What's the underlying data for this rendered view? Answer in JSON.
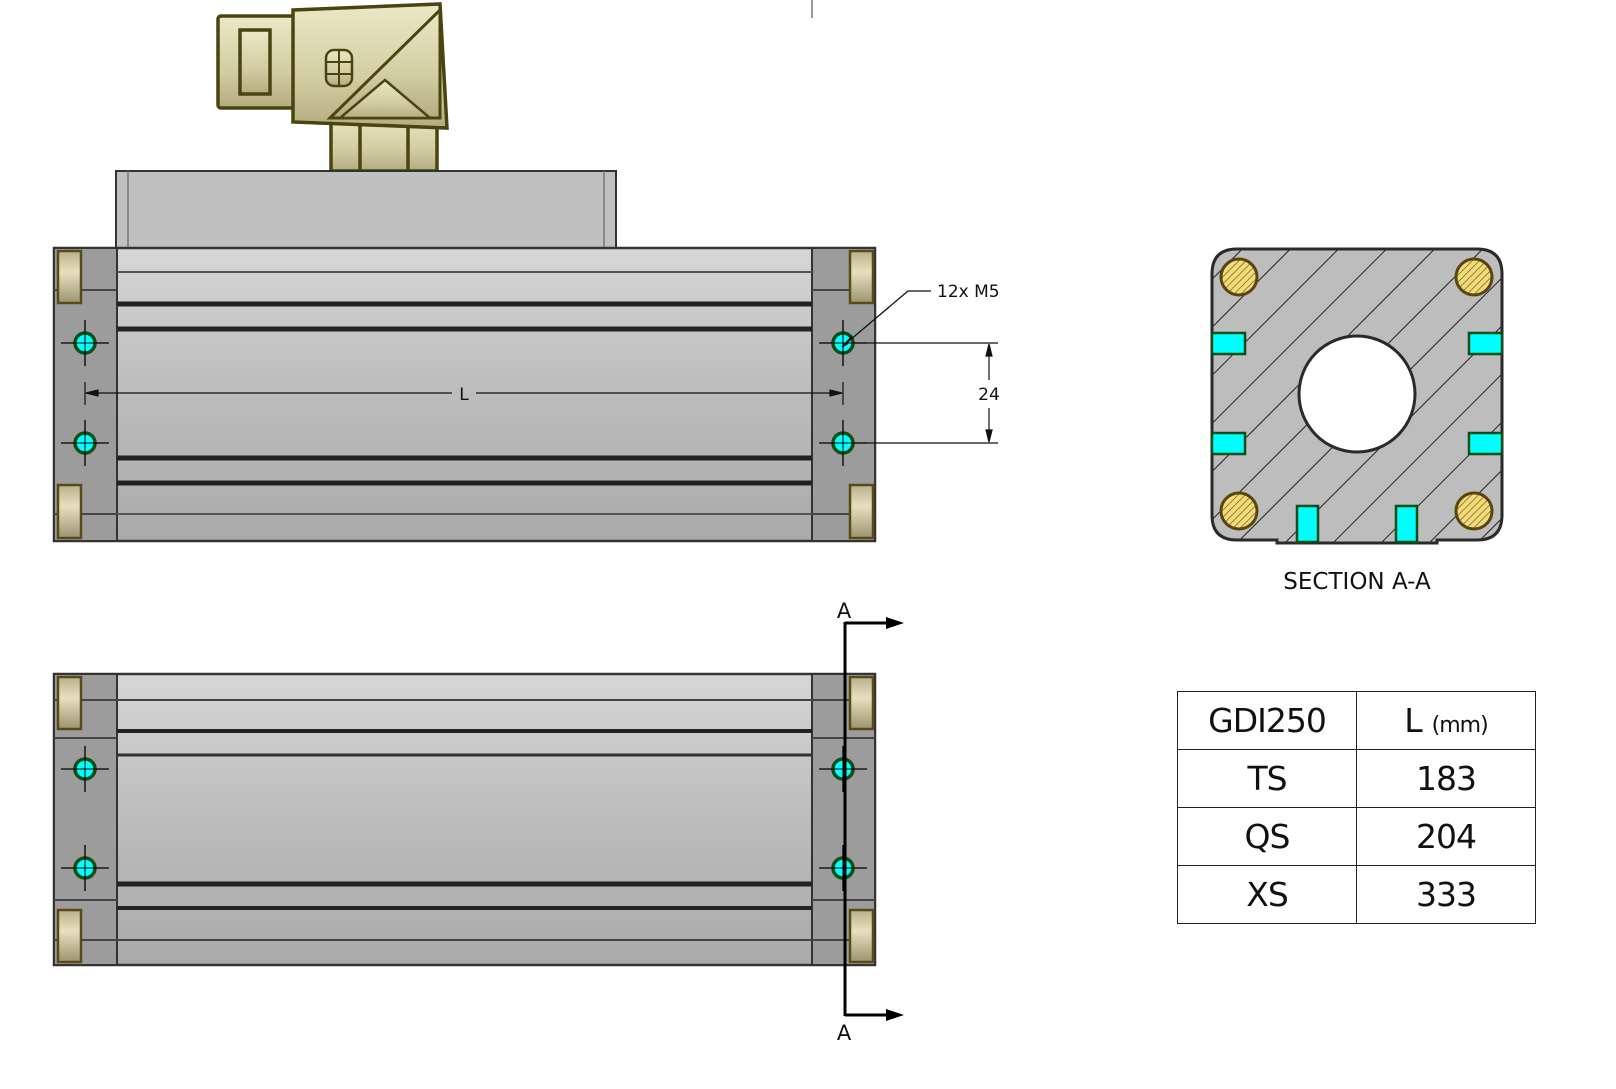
{
  "annotations": {
    "hole_callout": "12x M5",
    "dim_length": "L",
    "dim_spacing": "24",
    "section_marker_top": "A",
    "section_marker_bottom": "A",
    "section_title": "SECTION A-A"
  },
  "table": {
    "header": {
      "model": "GDI250",
      "col": "L",
      "unit": "(mm)"
    },
    "rows": [
      {
        "variant": "TS",
        "length": "183"
      },
      {
        "variant": "QS",
        "length": "204"
      },
      {
        "variant": "XS",
        "length": "333"
      }
    ]
  },
  "colors": {
    "body": "#bdbdbd",
    "endcap": "#9a9a9a",
    "hole": "#00ffff",
    "hole_ring": "#0b4d14",
    "connector": "#d6d2a8",
    "brass": "#e0c060"
  }
}
